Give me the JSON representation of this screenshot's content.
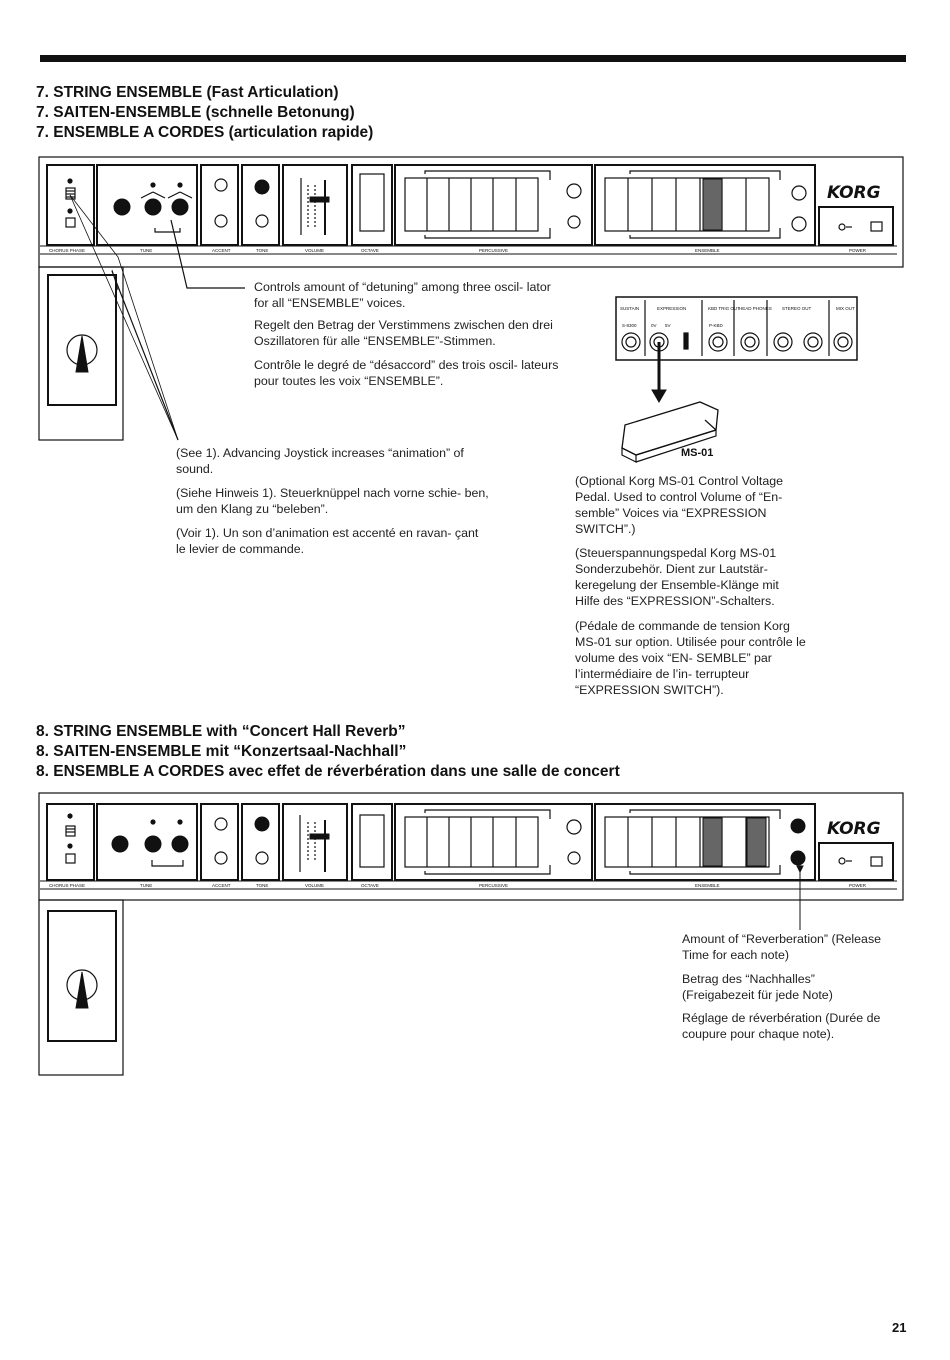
{
  "headings7": [
    "7. STRING ENSEMBLE (Fast Articulation)",
    "7. SAITEN-ENSEMBLE (schnelle Betonung)",
    "7. ENSEMBLE A CORDES (articulation rapide)"
  ],
  "headings8": [
    "8. STRING ENSEMBLE with “Concert Hall Reverb”",
    "8. SAITEN-ENSEMBLE mit “Konzertsaal-Nachhall”",
    "8. ENSEMBLE A CORDES avec effet de réverbération dans une salle de concert"
  ],
  "panel": {
    "brand": "KORG",
    "sections": [
      "CHORUS PHASE",
      "TUNE",
      "ACCENT",
      "TONE",
      "VOLUME",
      "OCTAVE",
      "PERCUSSIVE",
      "ENSEMBLE",
      "POWER"
    ]
  },
  "jacks": {
    "labels": [
      "SUSTAIN",
      "EXPRESSION",
      "KBD TRIG OUT",
      "HEAD PHONES",
      "STEREO OUT",
      "MIX OUT"
    ],
    "sublabels": [
      "S-8300",
      "0V",
      "5V",
      "P-KBD"
    ]
  },
  "pedal": {
    "label": "MS-01"
  },
  "detune": [
    "Controls amount of “detuning” among three oscil- lator for all “ENSEMBLE” voices.",
    "Regelt den Betrag der Verstimmens zwischen den drei Oszillatoren für alle “ENSEMBLE”-Stimmen.",
    "Contrôle le degré de “désaccord” des trois oscil- lateurs pour toutes les voix “ENSEMBLE”."
  ],
  "joystick": [
    "(See 1). Advancing Joystick increases “animation” of sound.",
    "(Siehe Hinweis 1). Steuerknüppel nach vorne schie- ben, um den Klang zu “beleben”.",
    "(Voir 1). Un son d’animation est accenté en ravan- çant le levier de commande."
  ],
  "pedalText": [
    "(Optional Korg MS-01 Control Voltage Pedal. Used to control Volume of “En- semble” Voices via “EXPRESSION SWITCH”.)",
    "(Steuerspannungspedal Korg MS-01 Sonderzubehör. Dient zur Lautstär- keregelung der Ensemble-Klänge mit Hilfe des “EXPRESSION”-Schalters.",
    "(Pédale de commande de tension Korg MS-01 sur option. Utilisée pour contrôle le volume des voix “EN- SEMBLE” par l’intermédiaire de l’in- terrupteur “EXPRESSION SWITCH”)."
  ],
  "reverbText": [
    "Amount of “Reverberation” (Release Time for each note)",
    "Betrag des “Nachhalles” (Freigabezeit für jede Note)",
    "Réglage de réverbération (Durée de coupure pour chaque note)."
  ],
  "pageNumber": "21"
}
